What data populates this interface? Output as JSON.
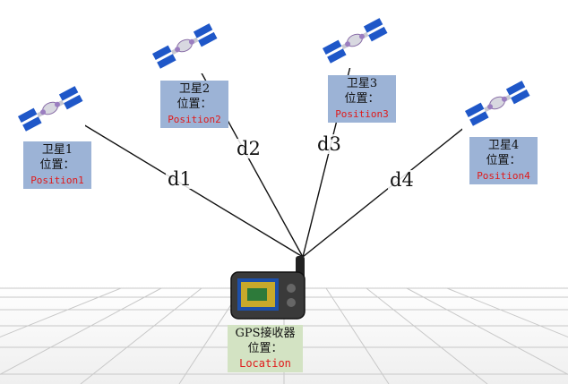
{
  "satellites": [
    {
      "name": "卫星1",
      "position_label": "位置：",
      "position_value": "Position1"
    },
    {
      "name": "卫星2",
      "position_label": "位置：",
      "position_value": "Position2"
    },
    {
      "name": "卫星3",
      "position_label": "位置：",
      "position_value": "Position3"
    },
    {
      "name": "卫星4",
      "position_label": "位置：",
      "position_value": "Position4"
    }
  ],
  "distances": [
    "d1",
    "d2",
    "d3",
    "d4"
  ],
  "receiver": {
    "name": "GPS接收器",
    "position_label": "位置：",
    "position_value": "Location"
  },
  "colors": {
    "satellite_label_bg": "#9cb3d6",
    "receiver_label_bg": "#d3e3c3",
    "value_text": "#e01a1a",
    "solar_panel": "#1f57c8",
    "grid_line": "#c8c8c8"
  },
  "icons": {
    "satellite": "satellite-icon",
    "receiver": "gps-receiver-icon"
  }
}
